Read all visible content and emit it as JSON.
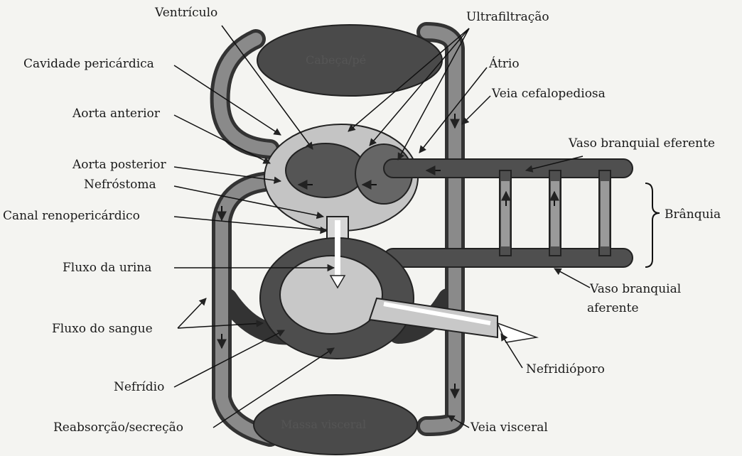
{
  "labels": {
    "ventriculo": "Ventrículo",
    "ultrafiltracao": "Ultrafiltração",
    "cavidade_pericardica": "Cavidade pericárdica",
    "atrio": "Átrio",
    "veia_cefalopediosa": "Veia cefalopediosa",
    "aorta_anterior": "Aorta anterior",
    "vaso_branquial_eferente": "Vaso branquial eferente",
    "aorta_posterior": "Aorta posterior",
    "nefrostoma": "Nefróstoma",
    "branquia": "Brânquia",
    "canal_renopericardico": "Canal renopericárdico",
    "fluxo_urina": "Fluxo da urina",
    "vaso_branquial_aferente_1": "Vaso branquial",
    "vaso_branquial_aferente_2": "aferente",
    "fluxo_sangue": "Fluxo do sangue",
    "nefridioporo": "Nefridióporo",
    "nefridio": "Nefrídio",
    "reabsorcao": "Reabsorção/secreção",
    "veia_visceral": "Veia visceral"
  },
  "organs": {
    "cabeca_pe": "Cabeça/pé",
    "massa_visceral": "Massa visceral"
  }
}
